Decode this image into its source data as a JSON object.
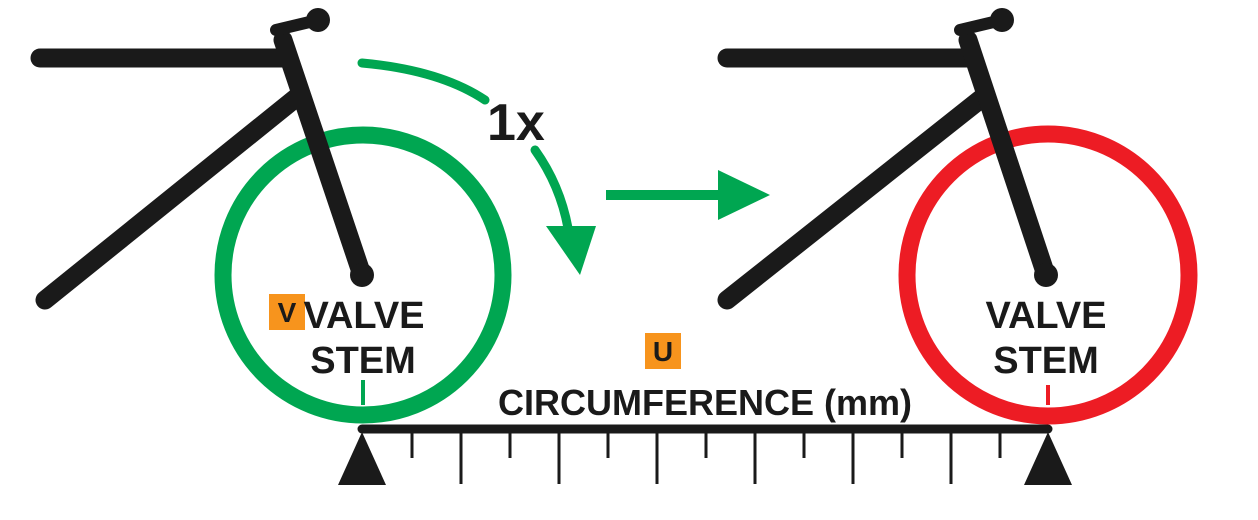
{
  "labels": {
    "rotation_count": "1x",
    "badge_v": "V",
    "badge_u": "U",
    "valve_left_line1": "VALVE",
    "valve_left_line2": "STEM",
    "valve_right_line1": "VALVE",
    "valve_right_line2": "STEM",
    "circumference": "CIRCUMFERENCE (mm)"
  },
  "colors": {
    "frame": "#1a1a1a",
    "wheel_start": "#00a651",
    "wheel_end": "#ed1c24",
    "arrow": "#00a651",
    "badge": "#f7941d",
    "badge_text": "#1a1a1a"
  }
}
